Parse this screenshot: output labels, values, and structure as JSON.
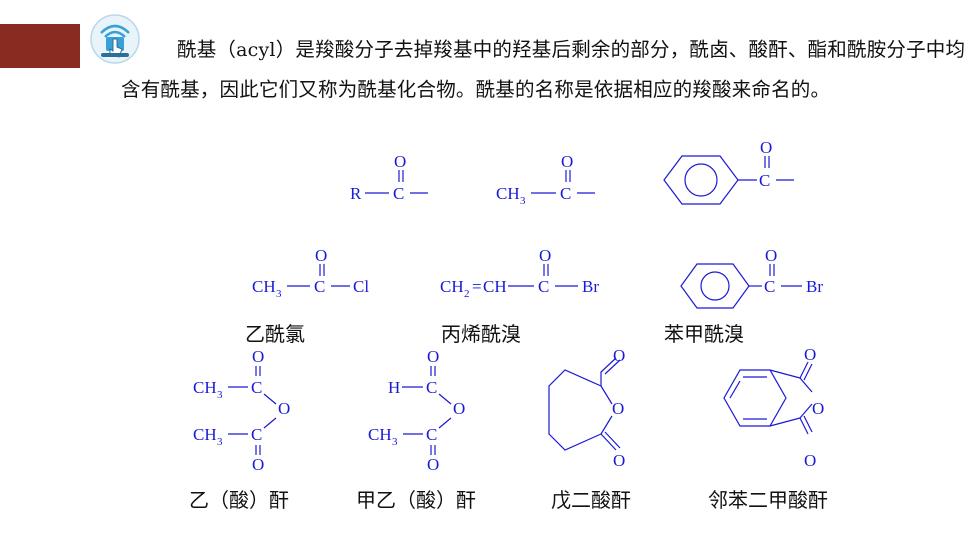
{
  "paragraph": {
    "part1": "酰基（",
    "acyl": "acyl",
    "part2": "）是羧酸分子去掉羧基中的羟基后剩余的部分，酰卤、酸酐、酯和酰胺分子中均含有酰基，因此它们又称为酰基化合物。酰基的名称是依据相应的羧酸来命名的。"
  },
  "formulas": {
    "r_acyl": {
      "r": "R",
      "c": "C",
      "o": "O"
    },
    "acetyl": {
      "ch": "CH",
      "sub3": "3",
      "c": "C",
      "o": "O"
    },
    "benzoyl": {
      "c": "C",
      "o": "O"
    },
    "acetyl_chloride": {
      "ch": "CH",
      "sub3": "3",
      "c": "C",
      "o": "O",
      "cl": "Cl"
    },
    "acryloyl_bromide": {
      "ch2": "CH",
      "sub2": "2",
      "eq": "=",
      "ch": "CH",
      "c": "C",
      "o": "O",
      "br": "Br"
    },
    "benzoyl_bromide": {
      "c": "C",
      "o": "O",
      "br": "Br"
    },
    "acetic_anhydride": {
      "ch_top": "CH",
      "ch_bot": "CH",
      "sub3": "3",
      "c": "C",
      "o": "O"
    },
    "formic_acetic_anhydride": {
      "h": "H",
      "ch": "CH",
      "sub3": "3",
      "c": "C",
      "o": "O"
    },
    "glutaric_anhydride": {
      "o": "O"
    },
    "phthalic_anhydride": {
      "o": "O"
    }
  },
  "labels": {
    "acetyl_chloride": "乙酰氯",
    "acryloyl_bromide": "丙烯酰溴",
    "benzoyl_bromide": "苯甲酰溴",
    "acetic_anhydride": "乙（酸）酐",
    "formic_acetic_anhydride": "甲乙（酸）酐",
    "glutaric_anhydride": "戊二酸酐",
    "phthalic_anhydride": "邻苯二甲酸酐"
  },
  "colors": {
    "accent": "#8a2b22",
    "formula": "#1a1ad6",
    "logo": "#3aa0d8"
  },
  "icons": {
    "logo": "hand-touch-icon"
  }
}
